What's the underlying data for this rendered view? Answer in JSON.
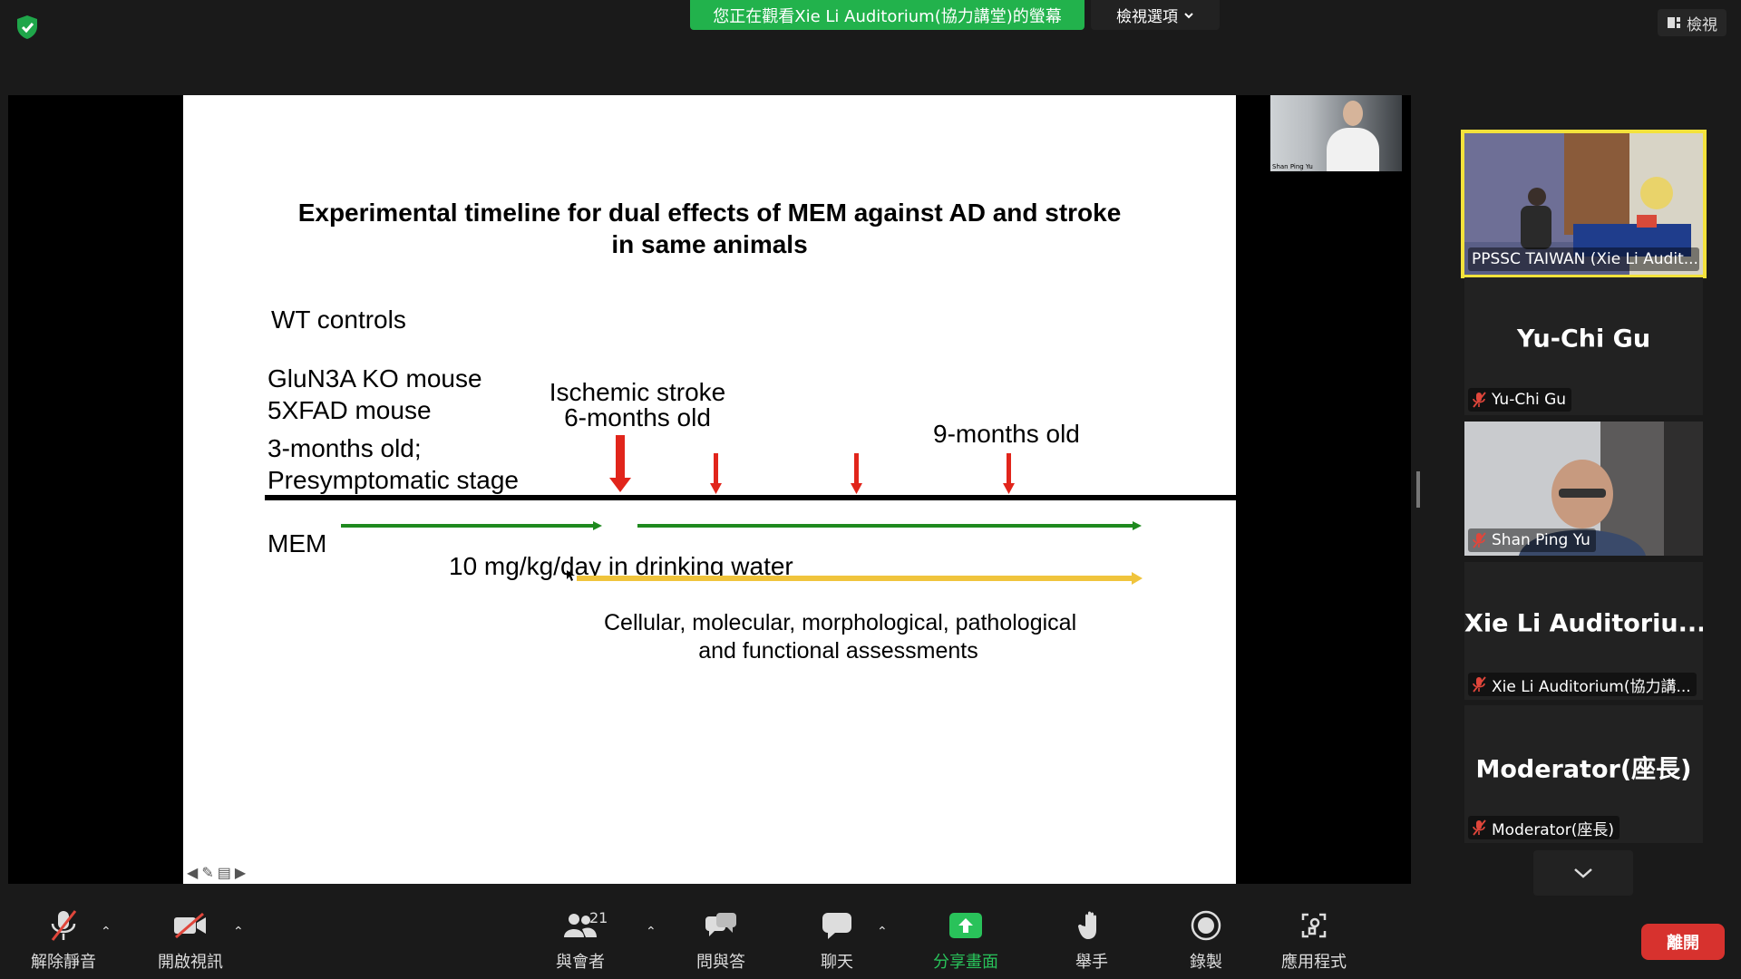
{
  "top": {
    "viewing_banner": "您正在觀看Xie Li Auditorium(協力講堂)的螢幕",
    "view_options": "檢視選項",
    "view_button": "檢視"
  },
  "slide": {
    "title_line1": "Experimental timeline for dual effects of MEM against AD and stroke",
    "title_line2": "in same animals",
    "wt_controls": "WT controls",
    "glun3a": "GluN3A KO mouse",
    "fxfad": "5XFAD mouse",
    "age3_line1": "3-months old;",
    "age3_line2": "Presymptomatic stage",
    "stroke_line1": "Ischemic stroke",
    "stroke_line2": "6-months old",
    "age9": "9-months old",
    "mem": "MEM",
    "dose": "10 mg/kg/day in drinking water",
    "assess_line1": "Cellular, molecular, morphological, pathological",
    "assess_line2": "and functional assessments"
  },
  "speaker_thumb": {
    "caption": "Shan Ping Yu"
  },
  "participants": [
    {
      "label": "PPSSC TAIWAN (Xie Li Audit...",
      "big_name": ""
    },
    {
      "label": "Yu-Chi Gu",
      "big_name": "Yu-Chi Gu"
    },
    {
      "label": "Shan Ping Yu",
      "big_name": ""
    },
    {
      "label": "Xie Li Auditorium(協力講...",
      "big_name": "Xie Li Auditoriu..."
    },
    {
      "label": "Moderator(座長)",
      "big_name": "Moderator(座長)"
    }
  ],
  "toolbar": {
    "unmute": "解除靜音",
    "start_video": "開啟視訊",
    "participants": "與會者",
    "participants_count": "21",
    "qa": "問與答",
    "chat": "聊天",
    "share": "分享畫面",
    "raise_hand": "舉手",
    "record": "錄製",
    "apps": "應用程式",
    "leave": "離開"
  },
  "colors": {
    "banner_green": "#22b24c",
    "active_speaker_outline": "#f3e23b",
    "leave_red": "#d7322e",
    "share_green": "#29c25a",
    "muted_red": "#e0463b",
    "timeline_green": "#1f8a1f",
    "timeline_gold": "#f0c43c",
    "arrow_red": "#e1251b"
  }
}
